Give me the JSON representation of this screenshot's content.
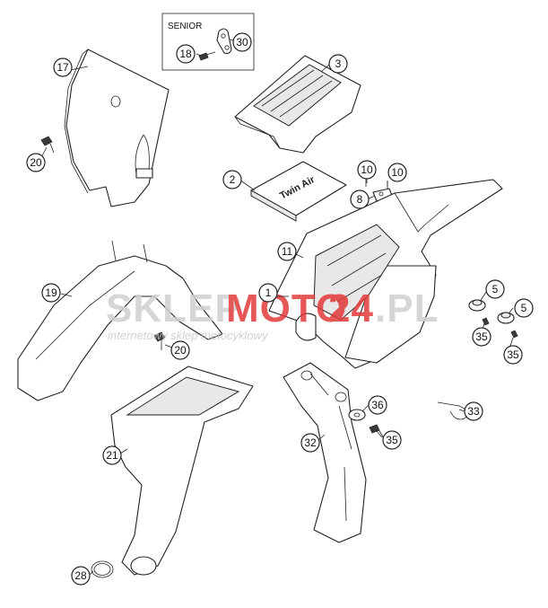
{
  "senior_box": {
    "label": "SENIOR"
  },
  "sticker": {
    "brand": "Twin Air"
  },
  "watermark": {
    "part1": "SKLEP",
    "part2": "MOTO",
    "part3": "24",
    "part4": ".PL",
    "tagline": "internetowy sklep motocyklowy"
  },
  "callouts": {
    "c1": "1",
    "c2": "2",
    "c3": "3",
    "c5a": "5",
    "c5b": "5",
    "c8": "8",
    "c10a": "10",
    "c10b": "10",
    "c11": "11",
    "c17": "17",
    "c18": "18",
    "c19": "19",
    "c20a": "20",
    "c20b": "20",
    "c21": "21",
    "c28": "28",
    "c30": "30",
    "c32": "32",
    "c33": "33",
    "c35a": "35",
    "c35b": "35",
    "c35c": "35",
    "c36": "36"
  },
  "colors": {
    "watermark_red": "#e23b3b",
    "watermark_grey": "#cfcfcf",
    "line": "#222222"
  }
}
